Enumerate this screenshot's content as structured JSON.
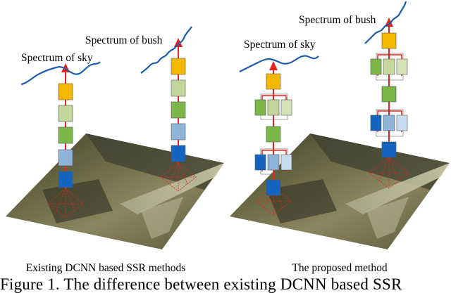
{
  "left_panel": {
    "sky_label": "Spectrum of sky",
    "bush_label": "Spectrum of bush",
    "caption": "Existing DCNN based SSR methods"
  },
  "right_panel": {
    "sky_label": "Spectrum of sky",
    "bush_label": "Spectrum of bush",
    "caption": "The proposed method"
  },
  "figure_caption": "Figure 1. The difference between existing DCNN based SSR",
  "colors": {
    "spectrum_curve": "#1f5ca8",
    "arrow": "#e8231c",
    "block_orange": "#f5b800",
    "block_light_green": "#c3d69b",
    "block_green": "#7ab648",
    "block_light_blue": "#8db3d8",
    "block_blue": "#1565c0",
    "block_pale_blue": "#c8dcef"
  }
}
